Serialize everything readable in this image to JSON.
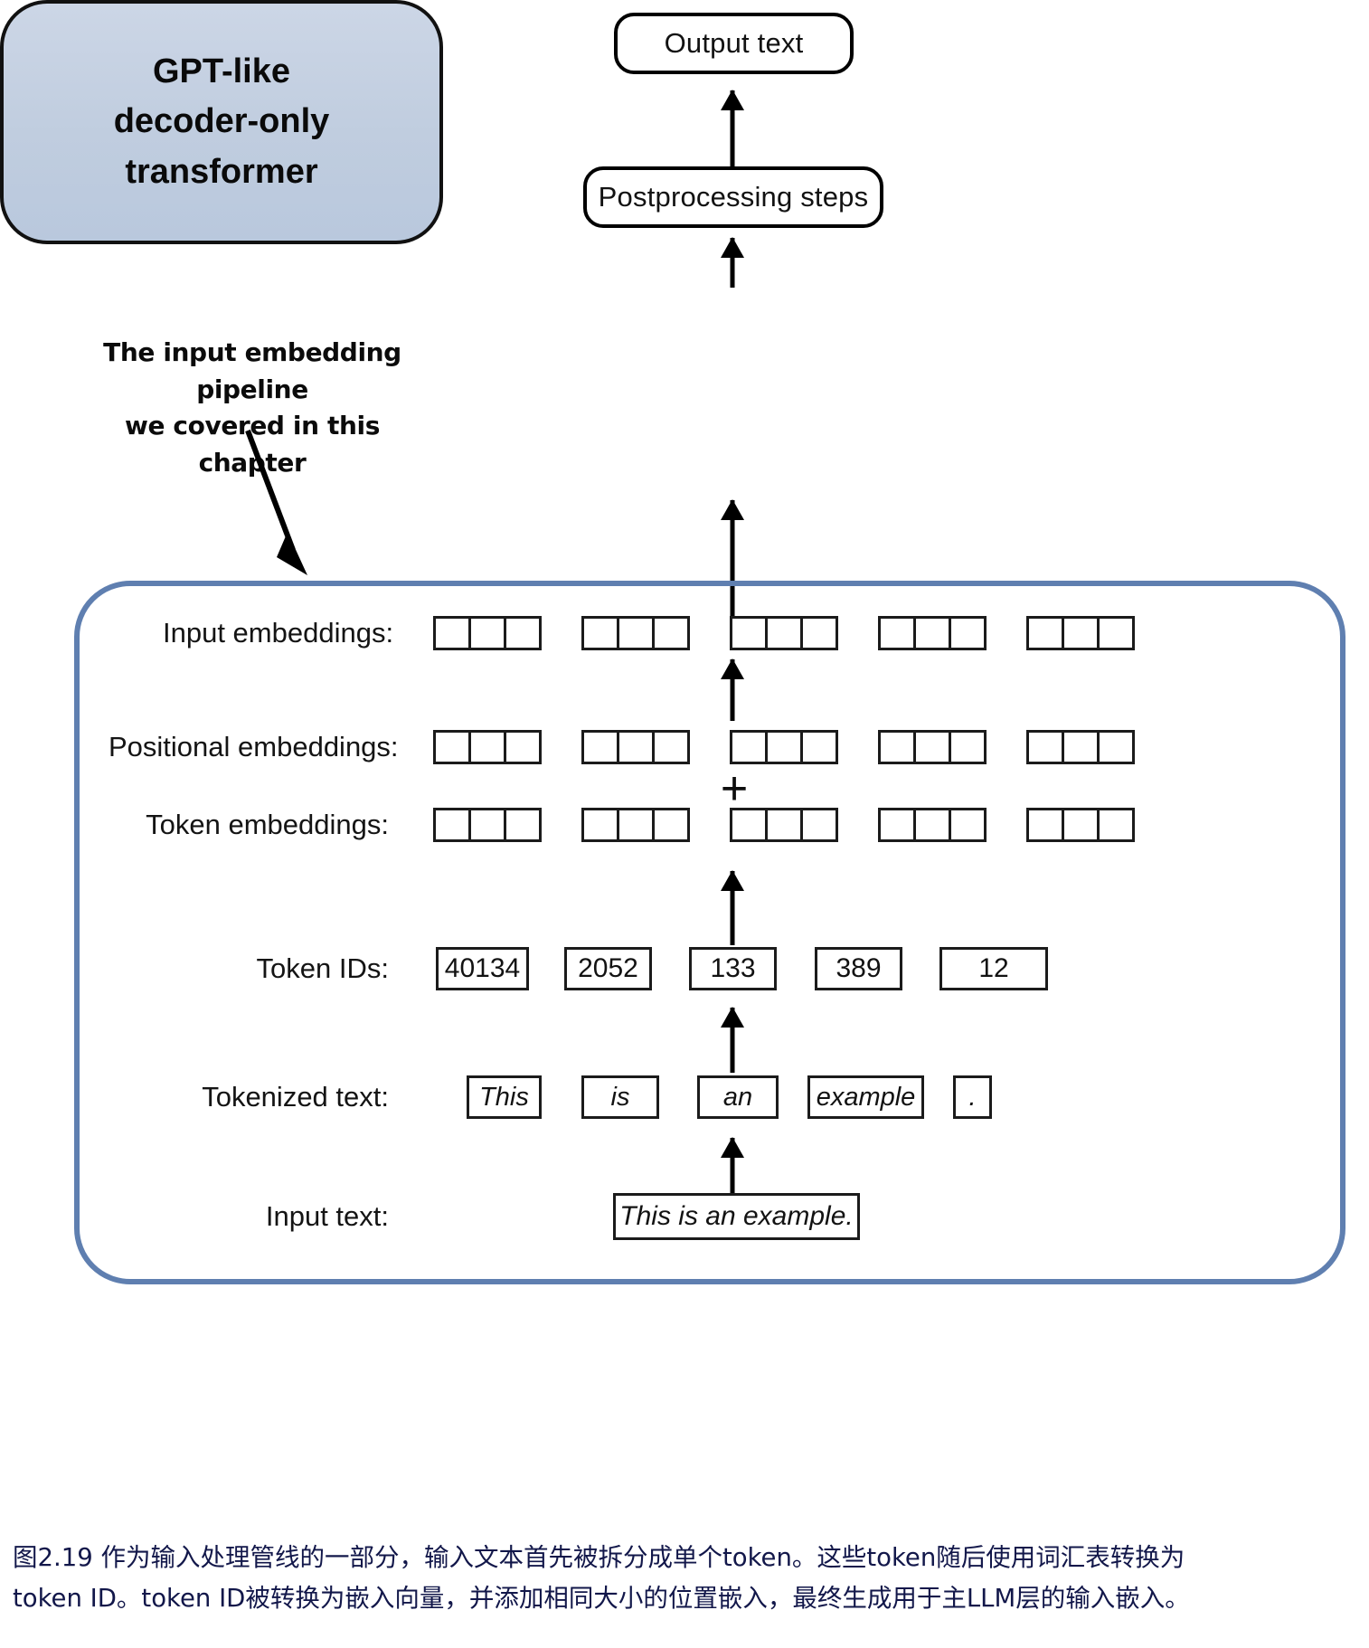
{
  "figure": {
    "top_flow": {
      "output_text_label": "Output text",
      "postprocessing_label": "Postprocessing steps",
      "gpt_label_lines": [
        "GPT-like",
        "decoder-only",
        "transformer"
      ]
    },
    "annotation": {
      "line1": "The input embedding pipeline",
      "line2": "we covered in this chapter"
    },
    "rows": {
      "input_embeddings_label": "Input embeddings:",
      "positional_embeddings_label": "Positional embeddings:",
      "token_embeddings_label": "Token embeddings:",
      "token_ids_label": "Token IDs:",
      "tokenized_text_label": "Tokenized text:",
      "input_text_label": "Input text:"
    },
    "plus_operator": "+",
    "token_ids": [
      "40134",
      "2052",
      "133",
      "389",
      "12"
    ],
    "tokens": [
      "This",
      "is",
      "an",
      "example",
      "."
    ],
    "input_text_value": "This is an example.",
    "embedding_groups": 5,
    "embedding_cells_per_group": 3,
    "colors": {
      "gpt_box_fill": "#c3cfe0",
      "pipeline_border": "#5f7fb0",
      "caption_text": "#12174a",
      "stroke": "#000000"
    }
  },
  "caption": {
    "line1": "图2.19 作为输入处理管线的一部分，输入文本首先被拆分成单个token。这些token随后使用词汇表转换为",
    "line2": "token ID。token ID被转换为嵌入向量，并添加相同大小的位置嵌入，最终生成用于主LLM层的输入嵌入。"
  }
}
